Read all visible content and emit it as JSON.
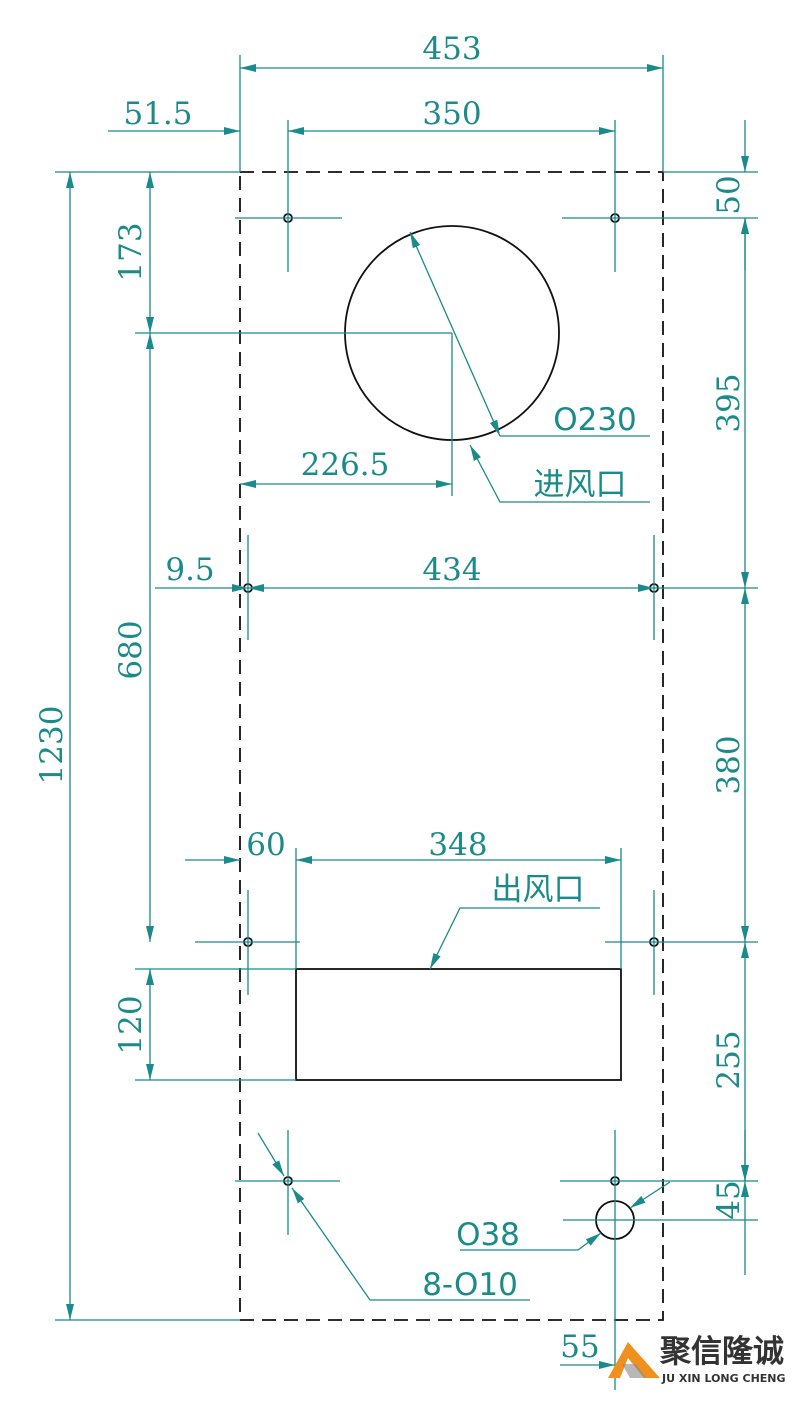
{
  "dimensions": {
    "overall_width": "453",
    "hole_spacing_top": "350",
    "left_offset_top": "51.5",
    "overall_height": "1230",
    "inlet_center_from_top": "173",
    "inlet_to_outlet": "680",
    "outlet_height": "120",
    "top_hole_offset": "50",
    "right_395": "395",
    "right_380": "380",
    "right_255": "255",
    "right_45": "45",
    "inlet_center_x": "226.5",
    "mid_hole_offset": "9.5",
    "mid_hole_spacing": "434",
    "outlet_offset": "60",
    "outlet_width": "348",
    "bottom_55": "55"
  },
  "labels": {
    "inlet_diameter": "O230",
    "inlet": "进风口",
    "outlet": "出风口",
    "drain_diameter": "O38",
    "mounting_holes": "8-O10"
  },
  "logo": {
    "cn": "聚信隆诚",
    "en": "JU XIN LONG CHENG"
  },
  "colors": {
    "dimension": "#1a8a8a",
    "outline": "#111111",
    "logo_orange": "#f0901e"
  }
}
